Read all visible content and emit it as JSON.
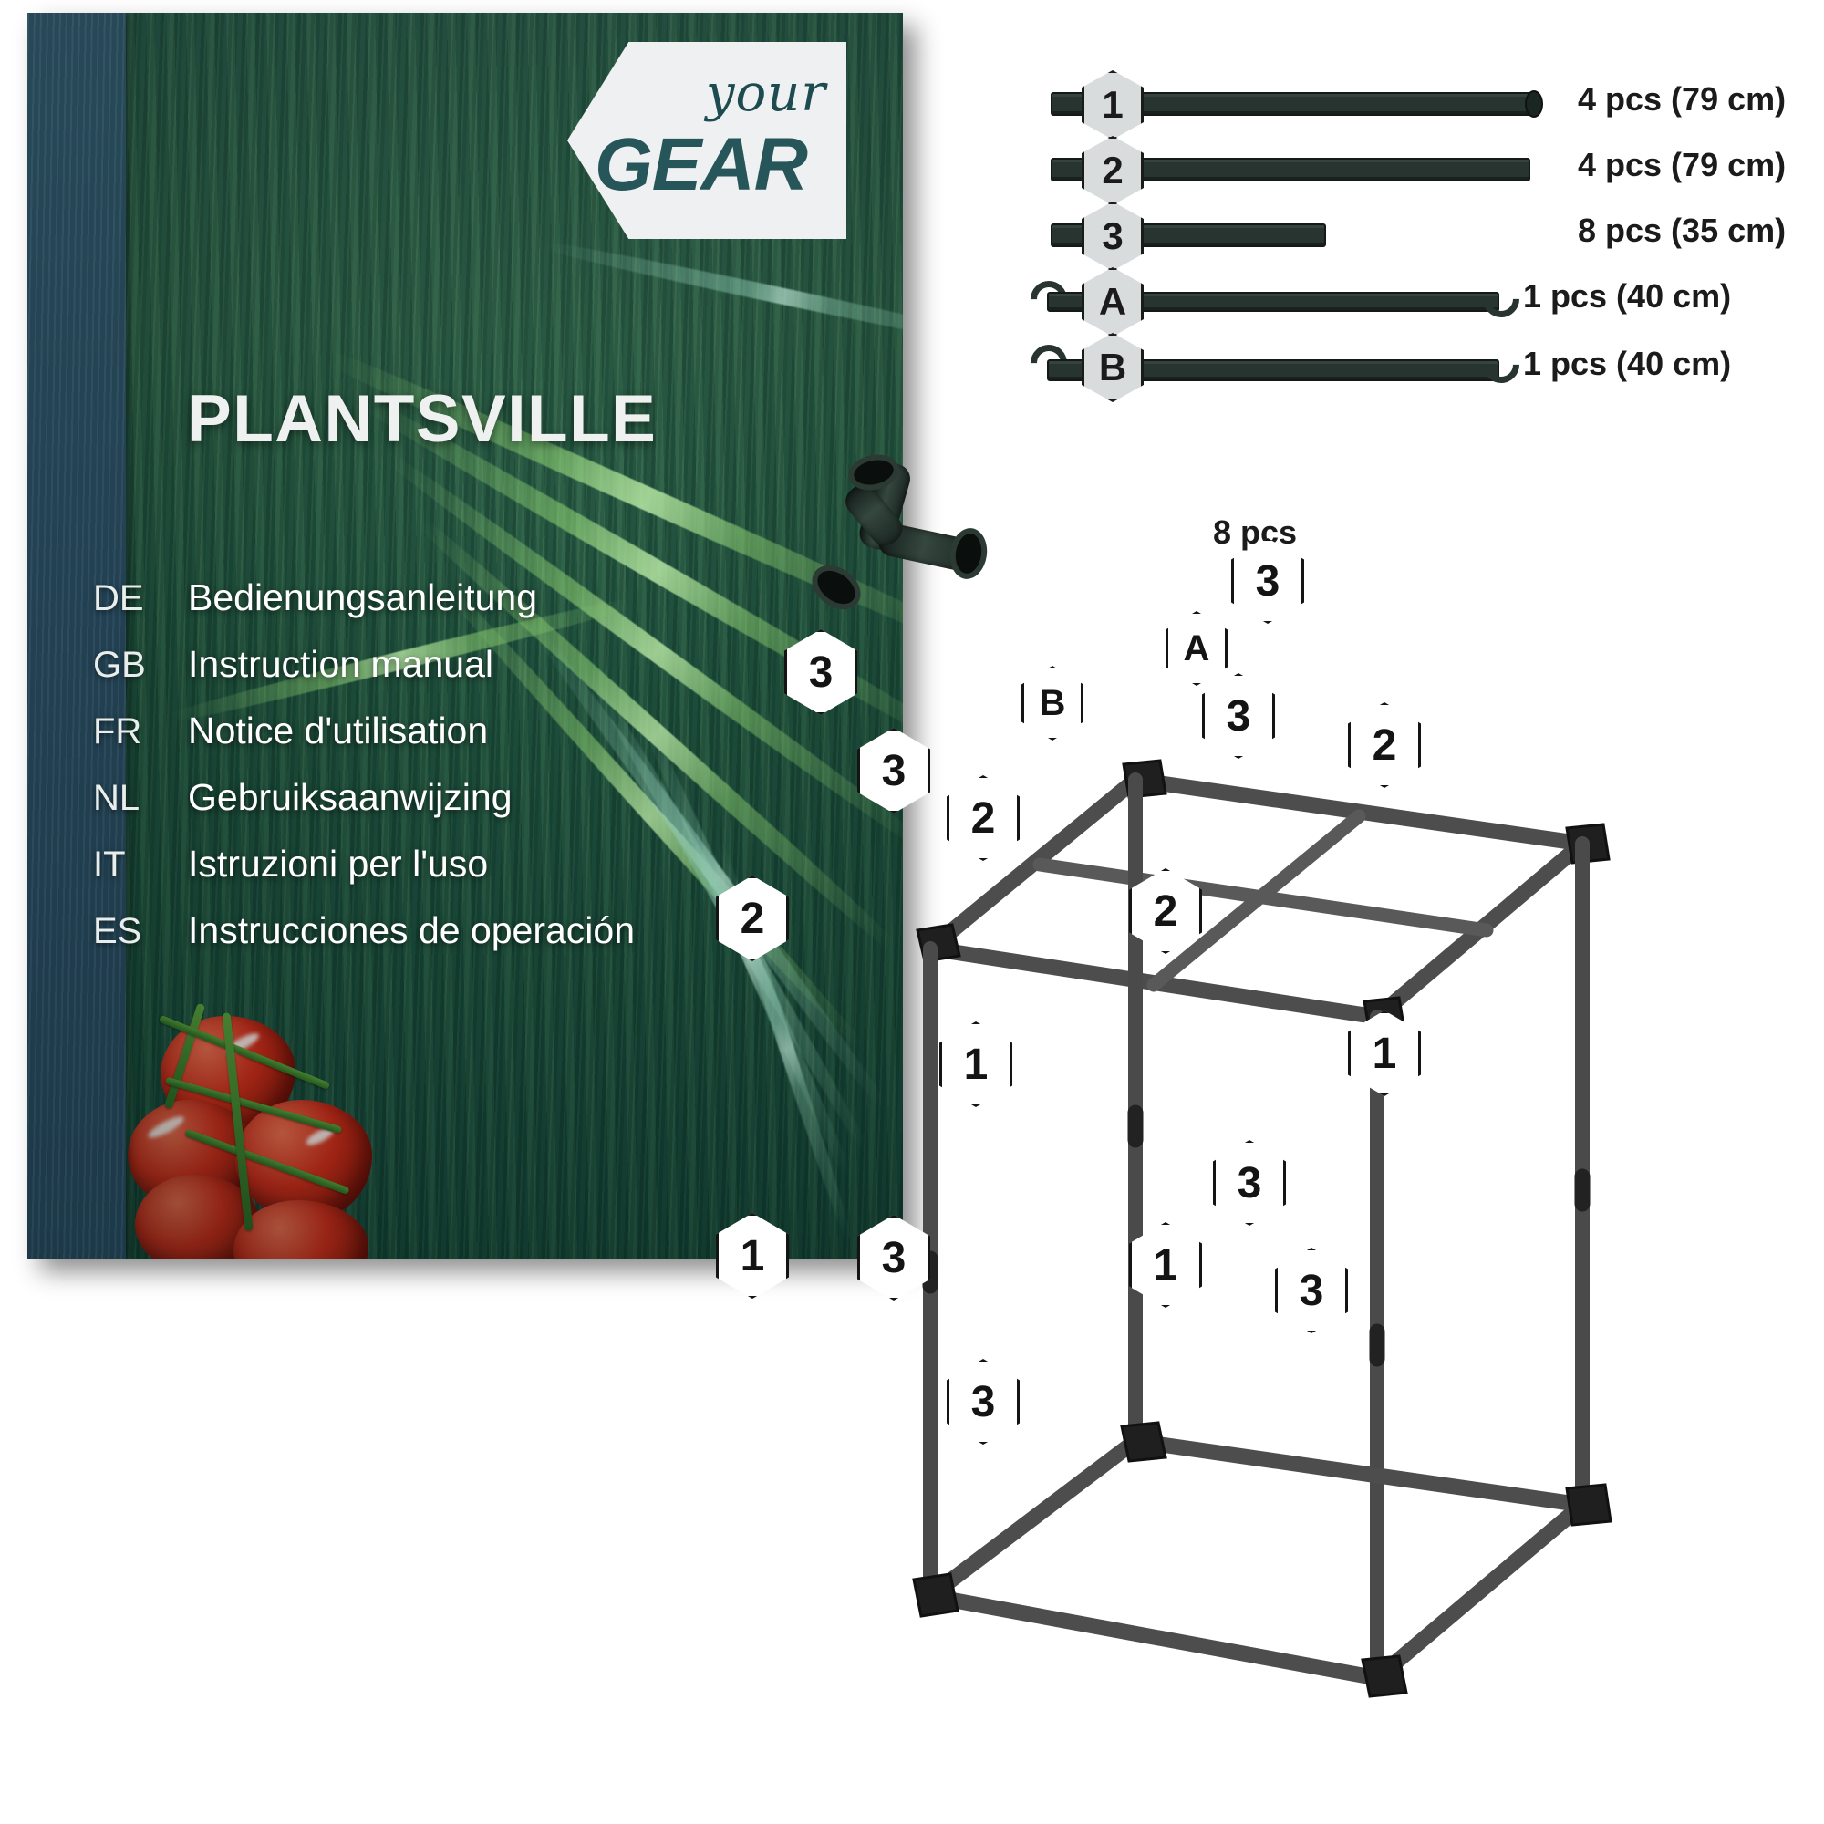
{
  "cover": {
    "brand": {
      "word_top": "your",
      "word_bottom": "GEAR",
      "icon": "hexagon-logo"
    },
    "title": "PLANTSVILLE",
    "languages": [
      {
        "code": "DE",
        "name": "Bedienungsanleitung"
      },
      {
        "code": "GB",
        "name": "Instruction manual"
      },
      {
        "code": "FR",
        "name": "Notice d'utilisation"
      },
      {
        "code": "NL",
        "name": "Gebruiksaanwijzing"
      },
      {
        "code": "IT",
        "name": "Istruzioni per l'uso"
      },
      {
        "code": "ES",
        "name": "Instrucciones de operación"
      }
    ],
    "colors": {
      "strip": "#254658",
      "wood": "#2c5e4b",
      "title_text": "#eef1f0"
    }
  },
  "parts_list": [
    {
      "badge": "1",
      "qty": "4 pcs (79 cm)"
    },
    {
      "badge": "2",
      "qty": "4 pcs (79 cm)"
    },
    {
      "badge": "3",
      "qty": "8 pcs (35 cm)"
    },
    {
      "badge": "A",
      "qty": "1 pcs (40 cm)"
    },
    {
      "badge": "B",
      "qty": "1 pcs (40 cm)"
    }
  ],
  "connector": {
    "qty": "8 pcs",
    "icon": "three-way-connector"
  },
  "frame_labels": [
    {
      "id": "top-right-3",
      "text": "3"
    },
    {
      "id": "top-left-3",
      "text": "3"
    },
    {
      "id": "top-bar-A",
      "text": "A"
    },
    {
      "id": "top-bar-B",
      "text": "B"
    },
    {
      "id": "top-mid-3",
      "text": "3"
    },
    {
      "id": "top-right-lower-3",
      "text": "3"
    },
    {
      "id": "front-mid-3",
      "text": "3"
    },
    {
      "id": "right-upper-2",
      "text": "2"
    },
    {
      "id": "front-upper-2",
      "text": "2"
    },
    {
      "id": "left-upper-2",
      "text": "2"
    },
    {
      "id": "front-right-2",
      "text": "2"
    },
    {
      "id": "front-mid-1",
      "text": "1"
    },
    {
      "id": "right-lower-1",
      "text": "1"
    },
    {
      "id": "left-lower-1",
      "text": "1"
    },
    {
      "id": "bottom-right-3",
      "text": "3"
    },
    {
      "id": "bottom-left-3",
      "text": "3"
    },
    {
      "id": "bottom-front-1",
      "text": "1"
    },
    {
      "id": "bottom-rear-3",
      "text": "3"
    },
    {
      "id": "bottom-edge-3",
      "text": "3"
    }
  ],
  "palette": {
    "rod_dark": "#27342f",
    "frame_dark": "#2a2a2a",
    "frame_mid": "#5a5a5a",
    "badge_fill": "#d9dcdd",
    "label_fill": "#ffffff"
  }
}
